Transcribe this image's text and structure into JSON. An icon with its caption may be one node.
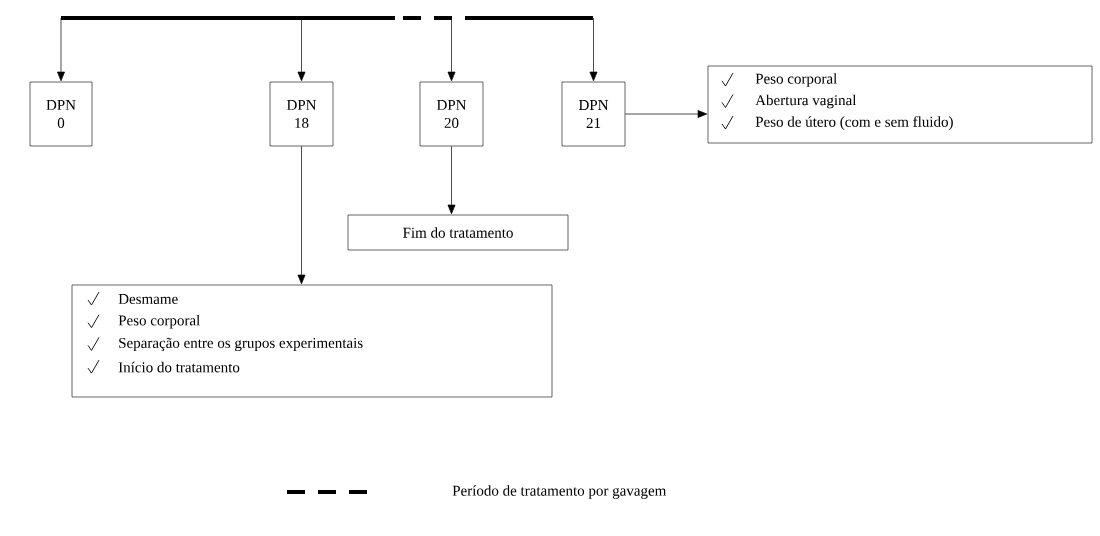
{
  "diagram": {
    "nodes": [
      {
        "text": [],
        "shape": "bar"
      },
      {
        "text": [
          "DPN 0"
        ]
      },
      {
        "text": [
          "DPN 18"
        ]
      },
      {
        "text": [
          "DPN 20"
        ]
      },
      {
        "text": [
          "DPN 21"
        ]
      },
      {
        "text": [
          "Peso corporal",
          "Abertura vaginal",
          "Peso de útero (com e sem fluido)"
        ]
      },
      {
        "text": [
          "Fim do tratamento"
        ]
      },
      {
        "text": [
          "Desmame",
          "Peso corporal",
          "Separação entre os grupos experimentais",
          "Início do tratamento"
        ]
      }
    ],
    "edges": [
      {
        "from": 0,
        "to": 1,
        "arrow": "to"
      },
      {
        "from": 0,
        "to": 2,
        "arrow": "to"
      },
      {
        "from": 0,
        "to": 3,
        "arrow": "to"
      },
      {
        "from": 0,
        "to": 4,
        "arrow": "to"
      },
      {
        "from": 4,
        "to": 5,
        "arrow": "to"
      },
      {
        "from": 3,
        "to": 6,
        "arrow": "to"
      },
      {
        "from": 2,
        "to": 7,
        "arrow": "to"
      }
    ],
    "legend": [
      {
        "text": "Período de tratamento por gavagem"
      }
    ]
  }
}
